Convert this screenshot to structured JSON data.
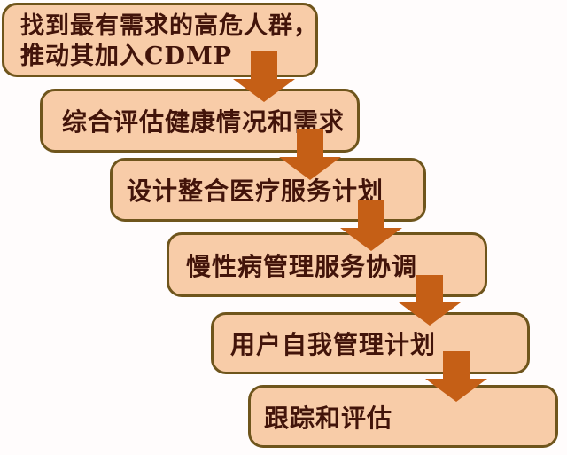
{
  "colors": {
    "background": "#fffcfc",
    "box_fill": "#f8cca8",
    "box_border": "#6f551c",
    "arrow": "#c55f16",
    "text": "#42140a"
  },
  "flowchart": {
    "type": "step-flow",
    "direction": "top-left to bottom-right staircase",
    "connector_icon": "down-arrow",
    "steps": [
      {
        "lines": [
          "找到最有需求的高危人群，",
          "推动其加入CDMP"
        ]
      },
      {
        "lines": [
          "综合评估健康情况和需求"
        ]
      },
      {
        "lines": [
          "设计整合医疗服务计划"
        ]
      },
      {
        "lines": [
          "慢性病管理服务协调"
        ]
      },
      {
        "lines": [
          "用户自我管理计划"
        ]
      },
      {
        "lines": [
          "跟踪和评估"
        ]
      }
    ]
  }
}
